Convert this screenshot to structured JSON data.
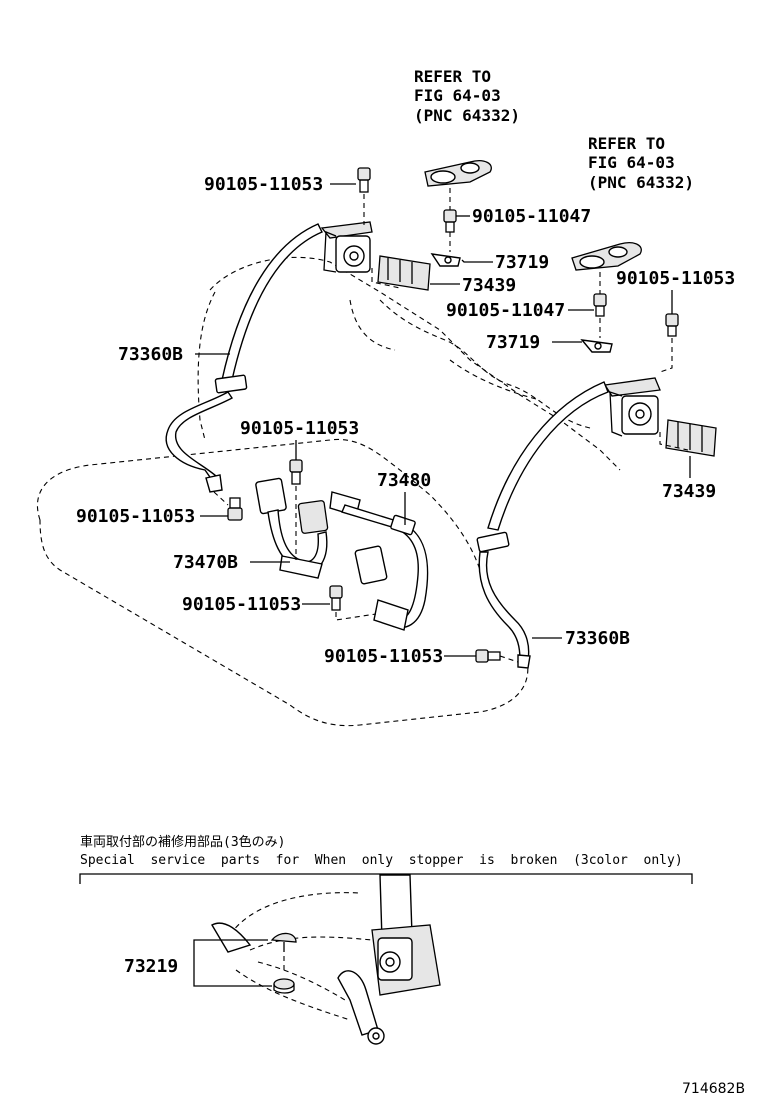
{
  "callouts": {
    "refer_left": [
      "REFER TO",
      "FIG 64-03",
      "(PNC 64332)"
    ],
    "refer_right": [
      "REFER TO",
      "FIG 64-03",
      "(PNC 64332)"
    ],
    "bolt_top_left": "90105-11053",
    "bolt_top_center": "90105-11047",
    "clip_top_center": "73719",
    "pad_left": "73439",
    "bolt_mid_center": "90105-11047",
    "bolt_right_top": "90105-11053",
    "clip_mid_center": "73719",
    "belt_left": "73360B",
    "bolt_center_upper": "90105-11053",
    "buckle_right": "73480",
    "pad_right": "73439",
    "bolt_left_lower": "90105-11053",
    "buckle_left": "73470B",
    "bolt_center_lower": "90105-11053",
    "belt_right": "73360B",
    "bolt_bottom_center": "90105-11053",
    "stopper_part": "73219"
  },
  "service_note": {
    "japanese": "車両取付部の補修用部品(3色のみ)",
    "english": "Special  service  parts  for  When  only  stopper  is  broken  (3color  only)"
  },
  "figure_id": "714682B"
}
